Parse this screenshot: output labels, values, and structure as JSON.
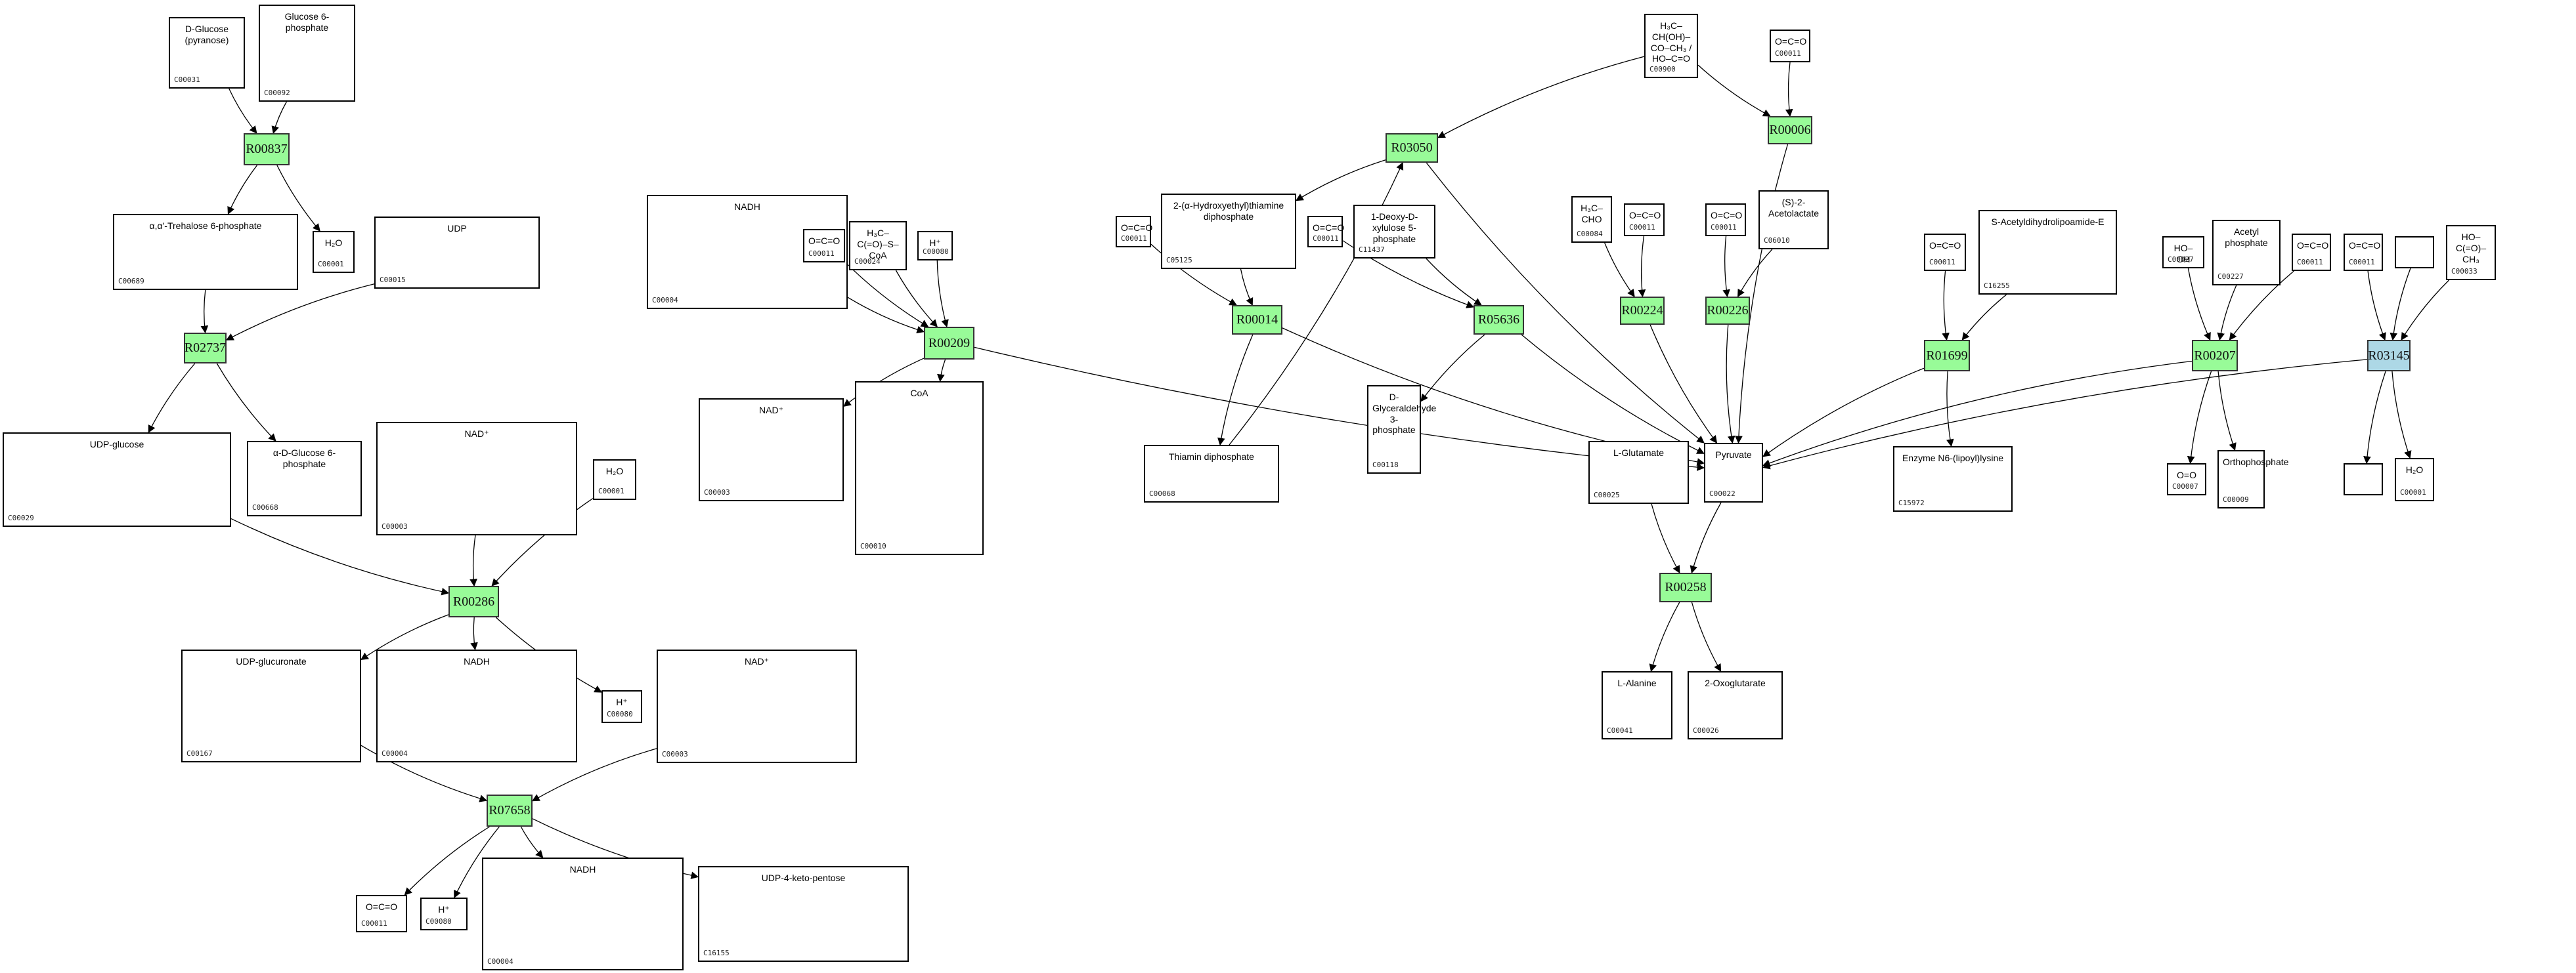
{
  "colors": {
    "reaction_default": "#98fb98",
    "reaction_highlight": "#add8e6",
    "compound_border": "#000000",
    "edge": "#000000"
  },
  "reactions": [
    {
      "id": "R00837",
      "style": "green"
    },
    {
      "id": "R02737",
      "style": "green"
    },
    {
      "id": "R00286",
      "style": "green"
    },
    {
      "id": "R07658",
      "style": "green"
    },
    {
      "id": "R00209",
      "style": "green"
    },
    {
      "id": "R03050",
      "style": "green"
    },
    {
      "id": "R00014",
      "style": "green"
    },
    {
      "id": "R05636",
      "style": "green"
    },
    {
      "id": "R00006",
      "style": "green"
    },
    {
      "id": "R00224",
      "style": "green"
    },
    {
      "id": "R00226",
      "style": "green"
    },
    {
      "id": "R01699",
      "style": "green"
    },
    {
      "id": "R00207",
      "style": "green"
    },
    {
      "id": "R03145",
      "style": "blue"
    },
    {
      "id": "R00258",
      "style": "green"
    }
  ],
  "compounds": [
    {
      "key": "c1",
      "id": "C00031",
      "formula": "D-Glucose (pyranose)"
    },
    {
      "key": "c2",
      "id": "C00092",
      "formula": "Glucose 6-phosphate"
    },
    {
      "key": "c3",
      "id": "C00689",
      "formula": "α,α'-Trehalose 6-phosphate"
    },
    {
      "key": "c4",
      "id": "C00001",
      "formula": "H₂O"
    },
    {
      "key": "c5",
      "id": "C00015",
      "formula": "UDP"
    },
    {
      "key": "c6",
      "id": "C00029",
      "formula": "UDP-glucose"
    },
    {
      "key": "c7",
      "id": "C00668",
      "formula": "α-D-Glucose 6-phosphate"
    },
    {
      "key": "c8",
      "id": "C00003",
      "formula": "NAD⁺"
    },
    {
      "key": "c9",
      "id": "C00001",
      "formula": "H₂O"
    },
    {
      "key": "c10",
      "id": "C00167",
      "formula": "UDP-glucuronate"
    },
    {
      "key": "c11",
      "id": "C00004",
      "formula": "NADH"
    },
    {
      "key": "c12",
      "id": "C00080",
      "formula": "H⁺"
    },
    {
      "key": "c13",
      "id": "C00003",
      "formula": "NAD⁺"
    },
    {
      "key": "c14",
      "id": "C00011",
      "formula": "O=C=O"
    },
    {
      "key": "c15",
      "id": "C00080",
      "formula": "H⁺"
    },
    {
      "key": "c16",
      "id": "C00004",
      "formula": "NADH"
    },
    {
      "key": "c17",
      "id": "C16155",
      "formula": "UDP-4-keto-pentose"
    },
    {
      "key": "c18",
      "id": "C00004",
      "formula": "NADH"
    },
    {
      "key": "c19",
      "id": "C00011",
      "formula": "O=C=O"
    },
    {
      "key": "c20",
      "id": "C00024",
      "formula": "H₃C–C(=O)–S–CoA"
    },
    {
      "key": "c21",
      "id": "C00080",
      "formula": "H⁺"
    },
    {
      "key": "c22",
      "id": "C00003",
      "formula": "NAD⁺"
    },
    {
      "key": "c23",
      "id": "C00010",
      "formula": "CoA"
    },
    {
      "key": "c24",
      "id": "C00011",
      "formula": "O=C=O"
    },
    {
      "key": "c25",
      "id": "C05125",
      "formula": "2-(α-Hydroxyethyl)thiamine diphosphate"
    },
    {
      "key": "c26",
      "id": "C00068",
      "formula": "Thiamin diphosphate"
    },
    {
      "key": "c27",
      "id": "C00011",
      "formula": "O=C=O"
    },
    {
      "key": "c28",
      "id": "C11437",
      "formula": "1-Deoxy-D-xylulose 5-phosphate"
    },
    {
      "key": "c29",
      "id": "C00118",
      "formula": "D-Glyceraldehyde 3-phosphate"
    },
    {
      "key": "c30",
      "id": "C00900",
      "formula": "H₃C–CH(OH)–CO–CH₃ / HO–C=O"
    },
    {
      "key": "c31",
      "id": "C00011",
      "formula": "O=C=O"
    },
    {
      "key": "c32",
      "id": "C00084",
      "formula": "H₃C–CHO"
    },
    {
      "key": "c33",
      "id": "C00011",
      "formula": "O=C=O"
    },
    {
      "key": "c34",
      "id": "C00011",
      "formula": "O=C=O"
    },
    {
      "key": "c35",
      "id": "C06010",
      "formula": "(S)-2-Acetolactate"
    },
    {
      "key": "c36",
      "id": "C00011",
      "formula": "O=C=O"
    },
    {
      "key": "c37",
      "id": "C16255",
      "formula": "S-Acetyldihydrolipoamide-E"
    },
    {
      "key": "c38",
      "id": "C00027",
      "formula": "HO–OH"
    },
    {
      "key": "c39",
      "id": "C00227",
      "formula": "Acetyl phosphate"
    },
    {
      "key": "c40",
      "id": "C00011",
      "formula": "O=C=O"
    },
    {
      "key": "c41",
      "id": "C00011",
      "formula": "O=C=O"
    },
    {
      "key": "c42",
      "id": "",
      "formula": ""
    },
    {
      "key": "c43",
      "id": "C00033",
      "formula": "HO–C(=O)–CH₃"
    },
    {
      "key": "c44",
      "id": "C00025",
      "formula": "L-Glutamate"
    },
    {
      "key": "c45",
      "id": "C00022",
      "formula": "Pyruvate"
    },
    {
      "key": "c46",
      "id": "C15972",
      "formula": "Enzyme N6-(lipoyl)lysine"
    },
    {
      "key": "c47",
      "id": "C00007",
      "formula": "O=O"
    },
    {
      "key": "c48",
      "id": "C00009",
      "formula": "Orthophosphate"
    },
    {
      "key": "c49",
      "id": "",
      "formula": ""
    },
    {
      "key": "c50",
      "id": "C00001",
      "formula": "H₂O"
    },
    {
      "key": "c51",
      "id": "C00041",
      "formula": "L-Alanine"
    },
    {
      "key": "c52",
      "id": "C00026",
      "formula": "2-Oxoglutarate"
    }
  ],
  "edges": [
    [
      "c1",
      "R00837"
    ],
    [
      "c2",
      "R00837"
    ],
    [
      "R00837",
      "c3"
    ],
    [
      "R00837",
      "c4"
    ],
    [
      "c3",
      "R02737"
    ],
    [
      "c5",
      "R02737"
    ],
    [
      "R02737",
      "c6"
    ],
    [
      "R02737",
      "c7"
    ],
    [
      "c6",
      "R00286"
    ],
    [
      "c8",
      "R00286"
    ],
    [
      "c9",
      "R00286"
    ],
    [
      "R00286",
      "c10"
    ],
    [
      "R00286",
      "c11"
    ],
    [
      "R00286",
      "c12"
    ],
    [
      "c10",
      "R07658"
    ],
    [
      "c13",
      "R07658"
    ],
    [
      "R07658",
      "c14"
    ],
    [
      "R07658",
      "c15"
    ],
    [
      "R07658",
      "c16"
    ],
    [
      "R07658",
      "c17"
    ],
    [
      "c18",
      "R00209"
    ],
    [
      "c19",
      "R00209"
    ],
    [
      "c20",
      "R00209"
    ],
    [
      "c21",
      "R00209"
    ],
    [
      "R00209",
      "c22"
    ],
    [
      "R00209",
      "c23"
    ],
    [
      "R00209",
      "c45"
    ],
    [
      "c30",
      "R03050"
    ],
    [
      "c26",
      "R03050"
    ],
    [
      "R03050",
      "c25"
    ],
    [
      "R03050",
      "c45"
    ],
    [
      "c24",
      "R00014"
    ],
    [
      "c25",
      "R00014"
    ],
    [
      "R00014",
      "c26"
    ],
    [
      "R00014",
      "c45"
    ],
    [
      "c27",
      "R05636"
    ],
    [
      "c28",
      "R05636"
    ],
    [
      "R05636",
      "c29"
    ],
    [
      "R05636",
      "c45"
    ],
    [
      "c30",
      "R00006"
    ],
    [
      "c31",
      "R00006"
    ],
    [
      "R00006",
      "c45"
    ],
    [
      "c32",
      "R00224"
    ],
    [
      "c33",
      "R00224"
    ],
    [
      "R00224",
      "c45"
    ],
    [
      "c34",
      "R00226"
    ],
    [
      "c35",
      "R00226"
    ],
    [
      "R00226",
      "c45"
    ],
    [
      "c36",
      "R01699"
    ],
    [
      "c37",
      "R01699"
    ],
    [
      "R01699",
      "c46"
    ],
    [
      "R01699",
      "c45"
    ],
    [
      "c38",
      "R00207"
    ],
    [
      "c39",
      "R00207"
    ],
    [
      "c40",
      "R00207"
    ],
    [
      "R00207",
      "c47"
    ],
    [
      "R00207",
      "c48"
    ],
    [
      "R00207",
      "c45"
    ],
    [
      "c41",
      "R03145"
    ],
    [
      "c42",
      "R03145"
    ],
    [
      "c43",
      "R03145"
    ],
    [
      "R03145",
      "c49"
    ],
    [
      "R03145",
      "c50"
    ],
    [
      "R03145",
      "c45"
    ],
    [
      "c44",
      "R00258"
    ],
    [
      "c45",
      "R00258"
    ],
    [
      "R00258",
      "c51"
    ],
    [
      "R00258",
      "c52"
    ]
  ]
}
